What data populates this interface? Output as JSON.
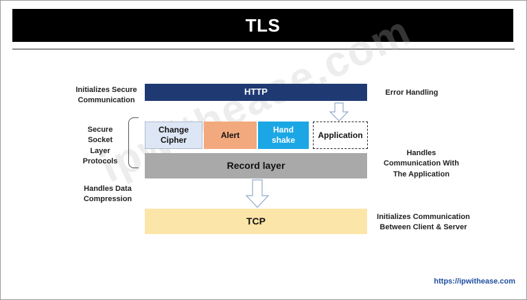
{
  "title": "TLS",
  "layers": {
    "http": "HTTP",
    "change_cipher": "Change\nCipher",
    "alert": "Alert",
    "handshake": "Hand\nshake",
    "application": "Application",
    "record": "Record layer",
    "tcp": "TCP"
  },
  "labels": {
    "init_secure": "Initializes Secure\nCommunication",
    "ssl_protocols": "Secure\nSocket\nLayer\nProtocols",
    "data_compression": "Handles Data\nCompression",
    "error_handling": "Error Handling",
    "handles_app": "Handles\nCommunication With\nThe Application",
    "init_client_server": "Initializes Communication\nBetween Client & Server"
  },
  "watermark": "ipwithease.com",
  "url": "https://ipwithease.com",
  "colors": {
    "http": "#1f3a73",
    "change_cipher": "#dde6f5",
    "alert": "#f3a97e",
    "handshake": "#1ba7e5",
    "record": "#a9a9a9",
    "tcp": "#fbe5a8"
  }
}
